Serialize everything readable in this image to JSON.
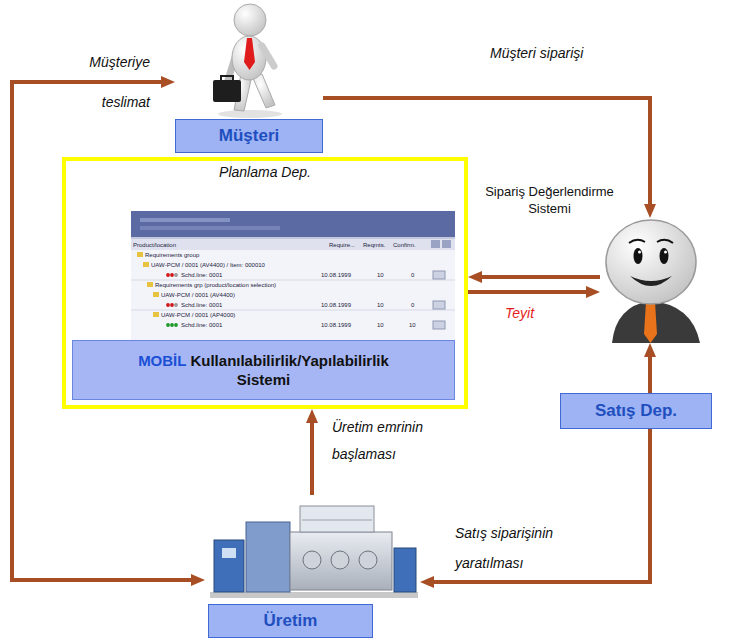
{
  "diagram": {
    "nodes": [
      {
        "text": [
          "Müşteri"
        ]
      },
      {
        "text": [
          "Planlama Dep."
        ]
      },
      {
        "text": [
          "MOBİL",
          "Kullanılabilirlik/Yapılabilirlik Sistemi"
        ],
        "in": 1
      },
      {
        "text": [
          "Sipariş Değerlendirme Sistemi"
        ]
      },
      {
        "text": [
          "Satış Dep."
        ]
      },
      {
        "text": [
          "Üretim"
        ]
      }
    ],
    "edges": [
      {
        "from": 0,
        "to": 3,
        "label": "Müşteri siparişi",
        "arrow": "to"
      },
      {
        "from": 3,
        "to": 1,
        "arrow": "to"
      },
      {
        "from": 1,
        "to": 3,
        "label": "Teyit",
        "arrow": "to"
      },
      {
        "from": 4,
        "to": 3,
        "arrow": "to"
      },
      {
        "from": 4,
        "to": 5,
        "label": "Satış siparişinin yaratılması",
        "arrow": "to"
      },
      {
        "from": 5,
        "to": 1,
        "label": "Üretim emrinin başlaması",
        "arrow": "to"
      },
      {
        "from": 0,
        "to": 5,
        "label": "Müşteriye teslimat",
        "arrow": "both"
      }
    ],
    "labels": [
      "Product/location",
      "Require...",
      "Reqmts.",
      "Confirm.",
      "Requirements group",
      "UAW-PCM / 0001 (AV4400) / Item: 000010",
      "Schd.line: 0001",
      "10.08.1999",
      "10",
      "0",
      "Requirements grp (product/location selection)",
      "UAW-PCM / 0001 (AV4400)",
      "Schd.line: 0001",
      "10.08.1999",
      "10",
      "0",
      "UAW-PCM / 0001 (AP4000)",
      "Schd.line: 0001",
      "10.08.1999",
      "10",
      "10"
    ]
  }
}
